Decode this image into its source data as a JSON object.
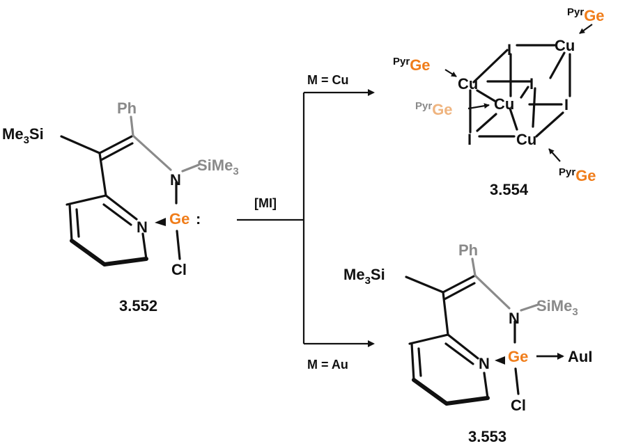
{
  "scheme": {
    "reagent": "[MI]",
    "branch_top": "M = Cu",
    "branch_bottom": "M = Au"
  },
  "start": {
    "label": "3.552",
    "me3si": "Me",
    "me3si_sub": "3",
    "me3si_si": "Si",
    "ph": "Ph",
    "n_top": "N",
    "sime3": "SiMe",
    "sime3_sub": "3",
    "n_py": "N",
    "ge": "Ge",
    "lone_pair": ":",
    "cl": "Cl"
  },
  "cluster": {
    "label": "3.554",
    "cu": "Cu",
    "i": "I",
    "pyr": "Pyr",
    "ge": "Ge"
  },
  "gold": {
    "label": "3.553",
    "me3si": "Me",
    "me3si_sub": "3",
    "me3si_si": "Si",
    "ph": "Ph",
    "n_top": "N",
    "sime3": "SiMe",
    "sime3_sub": "3",
    "n_py": "N",
    "ge": "Ge",
    "aui": "AuI",
    "cl": "Cl"
  },
  "colors": {
    "black": "#111111",
    "grey": "#8a8a8a",
    "germanium": "#f07d1a",
    "germanium_faded": "#efb47f"
  }
}
